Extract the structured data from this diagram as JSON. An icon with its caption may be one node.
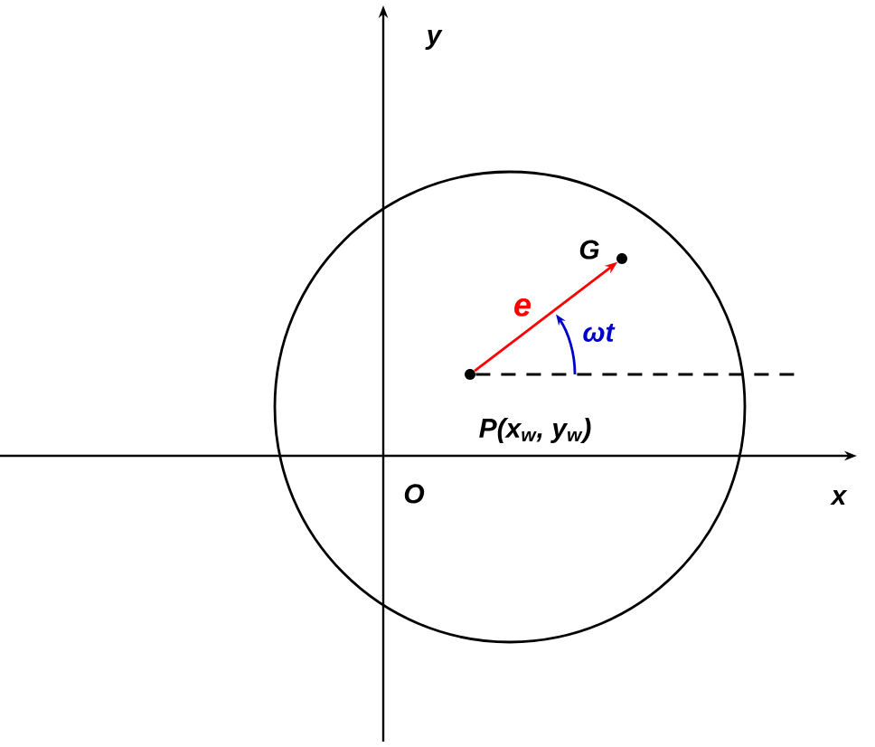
{
  "diagram": {
    "nodes": [
      {
        "text": [],
        "shape": "circle",
        "beside": [
          "P(x$_{w}$, y$_{w}$)"
        ]
      },
      {
        "text": [],
        "shape": "circle",
        "beside": [
          "G"
        ]
      }
    ],
    "edges": [
      {
        "from": 0,
        "to": 1,
        "arrow": "to",
        "label": "e",
        "color": "#ff0000"
      },
      {
        "from": 0,
        "to": null,
        "arrow": "none",
        "style": "dashed",
        "color": "#000000"
      }
    ],
    "labels": [
      "y",
      "x",
      "O",
      "ωt"
    ]
  }
}
